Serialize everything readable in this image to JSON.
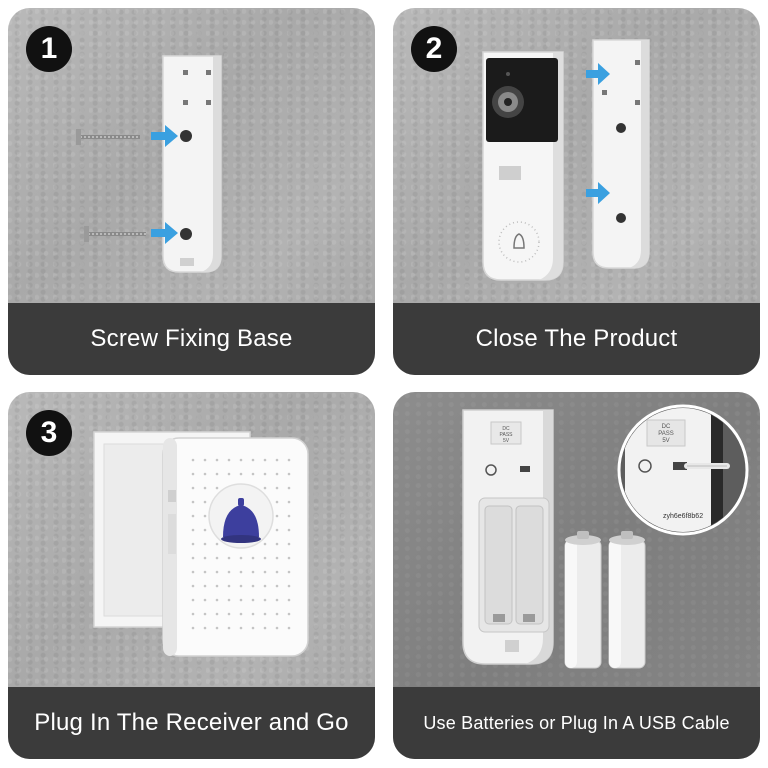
{
  "panels": [
    {
      "step": "1",
      "caption": "Screw Fixing Base"
    },
    {
      "step": "2",
      "caption": "Close The Product"
    },
    {
      "step": "3",
      "caption": "Plug In The Receiver and Go"
    },
    {
      "step": "",
      "caption": "Use Batteries or Plug In A USB Cable"
    }
  ],
  "product_labels": {
    "port_label_top": "DC",
    "port_label_mid": "PASS",
    "port_label_bot": "5V",
    "serial": "zyh6e6f8b62"
  },
  "colors": {
    "arrow": "#3aa0e0",
    "caption_bar": "#3b3b3b",
    "bell_button": "#3d3f9e",
    "badge": "#111111"
  }
}
